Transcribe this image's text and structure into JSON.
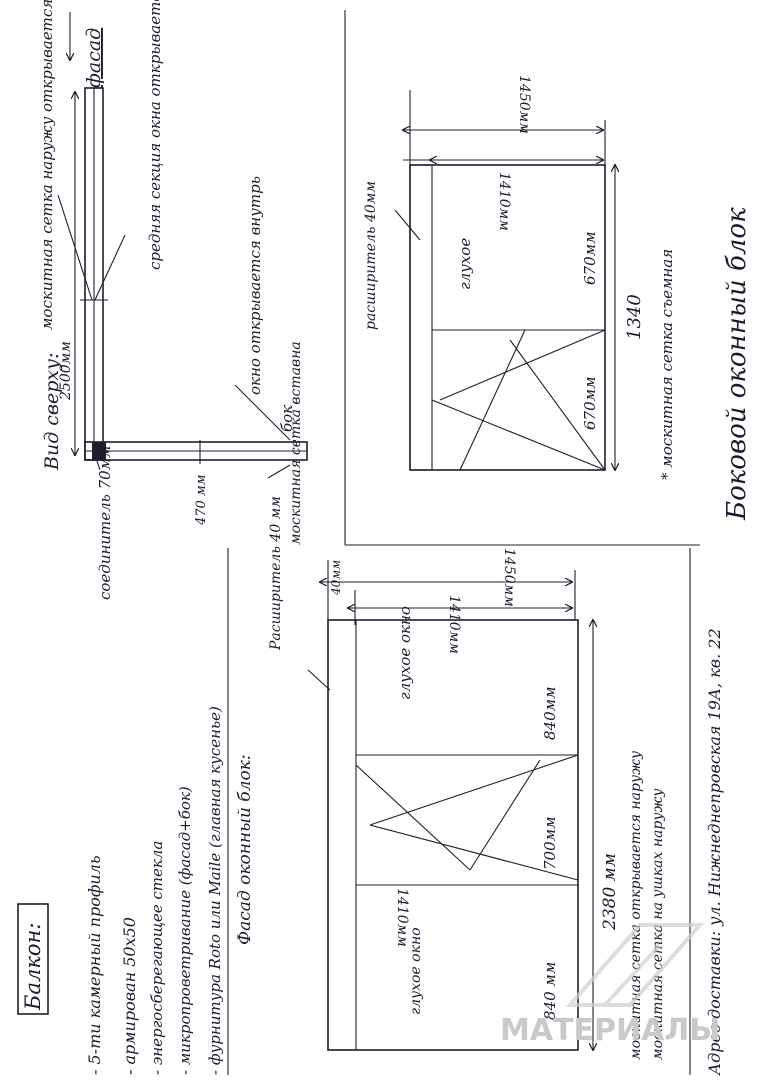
{
  "balcony": {
    "title": "Балкон:",
    "specs": [
      "- 5-ти камерный профиль",
      "- армирован 50х50",
      "- энергосберегающее стекла",
      "- микропроветривание (фасад+бок)",
      "- фурнитура Roto или Maile (главная кусенье)"
    ],
    "address": "Адрес доставки: ул. Нижнеднепровская 19А, кв. 22"
  },
  "top_view": {
    "title": "Вид сверху:",
    "facade_label": "фасад",
    "mesh_outward": "москитная сетка наружу открывается",
    "middle_section": "средняя секция окна открывается внутрь",
    "dim_2500": "2500мм",
    "connector": "соединитель 70мм",
    "side_window_opens": "окно открывается внутрь",
    "side_label": "бок",
    "dim_470": "470 мм",
    "side_mesh": "москитная сетка вставна"
  },
  "facade_block": {
    "title": "Фасад оконный блок:",
    "expander": "Расширитель 40 мм",
    "dim_1450": "1450мм",
    "dim_1410": "1410мм",
    "dim_40": "40мм",
    "dim_1410_left": "1410мм",
    "blind_right": "глухое окно",
    "width_right": "840мм",
    "width_middle": "700мм",
    "blind_left": "глухое окно",
    "width_left": "840 мм",
    "total": "2380 мм",
    "mesh_note_1": "москитная сетка открывается наружу",
    "mesh_note_2": "москитная сетка на ушках наружу"
  },
  "side_block": {
    "title": "Боковой оконный блок",
    "expander": "расширитель 40мм",
    "dim_1450": "1450мм",
    "dim_1410": "1410мм",
    "blind": "глухое",
    "width_top": "670мм",
    "width_bottom": "670мм",
    "total": "1340",
    "mesh_note": "* москитная сетка съемная"
  },
  "watermark": "МАТЕРИАЛЫ"
}
